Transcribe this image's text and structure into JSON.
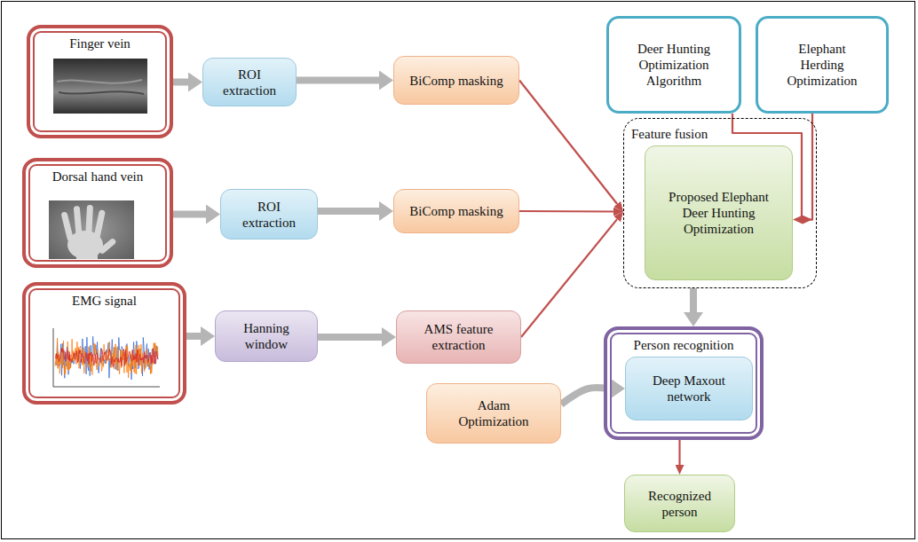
{
  "diagram": {
    "nodes": [
      {
        "text": [
          "Finger vein"
        ]
      },
      {
        "text": [
          "ROI extraction"
        ]
      },
      {
        "text": [
          "BiComp masking"
        ]
      },
      {
        "text": [
          "Dorsal hand vein"
        ]
      },
      {
        "text": [
          "ROI extraction"
        ]
      },
      {
        "text": [
          "BiComp masking"
        ]
      },
      {
        "text": [
          "EMG signal"
        ]
      },
      {
        "text": [
          "Hanning window"
        ]
      },
      {
        "text": [
          "AMS feature extraction"
        ]
      },
      {
        "text": [
          "Deer Hunting Optimization Algorithm"
        ]
      },
      {
        "text": [
          "Elephant Herding Optimization"
        ]
      },
      {
        "text": [
          "Feature fusion"
        ]
      },
      {
        "text": [
          "Proposed Elephant Deer Hunting Optimization"
        ],
        "in": 11
      },
      {
        "text": [
          "Person recognition"
        ]
      },
      {
        "text": [
          "Deep Maxout network"
        ],
        "in": 13
      },
      {
        "text": [
          "Adam Optimization"
        ]
      },
      {
        "text": [
          "Recognized person"
        ]
      }
    ],
    "edges": [
      {
        "from": 0,
        "to": 1,
        "arrow": "to"
      },
      {
        "from": 1,
        "to": 2,
        "arrow": "to"
      },
      {
        "from": 3,
        "to": 4,
        "arrow": "to"
      },
      {
        "from": 4,
        "to": 5,
        "arrow": "to"
      },
      {
        "from": 6,
        "to": 7,
        "arrow": "to"
      },
      {
        "from": 7,
        "to": 8,
        "arrow": "to"
      },
      {
        "from": 2,
        "to": 11,
        "arrow": "to"
      },
      {
        "from": 5,
        "to": 11,
        "arrow": "to"
      },
      {
        "from": 8,
        "to": 11,
        "arrow": "to"
      },
      {
        "from": 9,
        "to": 12,
        "arrow": "to"
      },
      {
        "from": 10,
        "to": 12,
        "arrow": "to"
      },
      {
        "from": 11,
        "to": 13,
        "arrow": "to"
      },
      {
        "from": 15,
        "to": 14,
        "arrow": "to"
      },
      {
        "from": 13,
        "to": 16,
        "arrow": "to"
      }
    ]
  }
}
